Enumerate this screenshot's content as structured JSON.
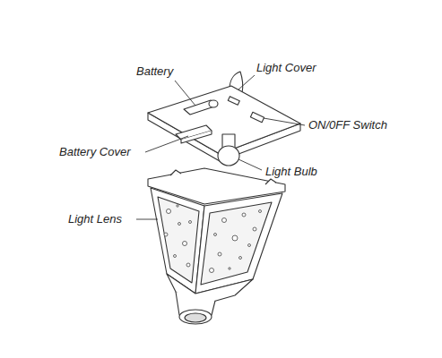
{
  "diagram": {
    "labels": [
      "Battery",
      "Light Cover",
      "ON/0FF Switch",
      "Battery Cover",
      "Light Bulb",
      "Light Lens"
    ]
  }
}
